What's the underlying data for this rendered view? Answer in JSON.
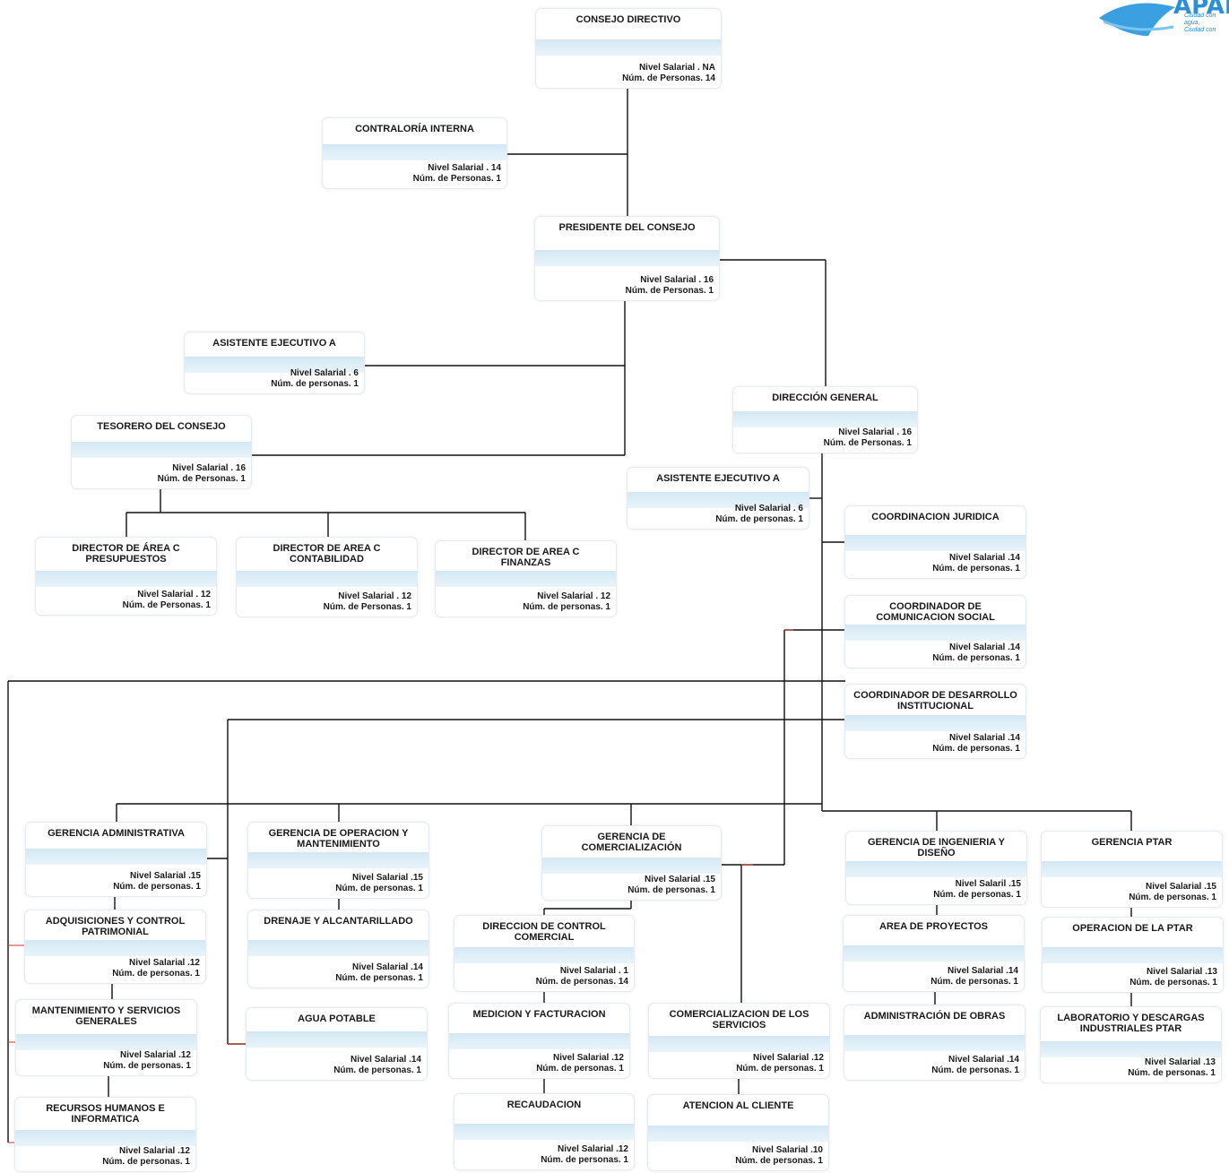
{
  "logo": {
    "text": "APAP",
    "tagline": "Ciudad con agua,\nCiudad con"
  },
  "boxes": [
    {
      "id": "consejo-directivo",
      "title": "CONSEJO DIRECTIVO",
      "nivel": "Nivel Salarial . NA",
      "personas": "Núm. de  Personas. 14"
    },
    {
      "id": "contraloria-interna",
      "title": "CONTRALORÍA INTERNA",
      "nivel": "Nivel Salarial . 14",
      "personas": "Núm. de Personas. 1"
    },
    {
      "id": "presidente-consejo",
      "title": "PRESIDENTE DEL CONSEJO",
      "nivel": "Nivel Salarial . 16",
      "personas": "Núm. de Personas. 1"
    },
    {
      "id": "asistente-ejecutivo-a-1",
      "title": "ASISTENTE EJECUTIVO A",
      "nivel": "Nivel Salarial . 6",
      "personas": "Núm. de personas. 1"
    },
    {
      "id": "tesorero-consejo",
      "title": "TESORERO DEL CONSEJO",
      "nivel": "Nivel Salarial . 16",
      "personas": "Núm. de Personas. 1"
    },
    {
      "id": "direccion-general",
      "title": "DIRECCIÓN GENERAL",
      "nivel": "Nivel Salarial . 16",
      "personas": "Núm. de Personas. 1"
    },
    {
      "id": "asistente-ejecutivo-a-2",
      "title": "ASISTENTE EJECUTIVO A",
      "nivel": "Nivel Salarial . 6",
      "personas": "Núm. de personas. 1"
    },
    {
      "id": "coordinacion-juridica",
      "title": "COORDINACION JURIDICA",
      "nivel": "Nivel Salarial .14",
      "personas": "Núm. de personas. 1"
    },
    {
      "id": "coordinador-comunicacion",
      "title": "COORDINADOR DE\nCOMUNICACION SOCIAL",
      "nivel": "Nivel Salarial .14",
      "personas": "Núm. de personas. 1"
    },
    {
      "id": "coordinador-desarrollo",
      "title": "COORDINADOR DE DESARROLLO\nINSTITUCIONAL",
      "nivel": "Nivel Salarial .14",
      "personas": "Núm. de personas. 1"
    },
    {
      "id": "director-presupuestos",
      "title": "DIRECTOR DE ÁREA C\nPRESUPUESTOS",
      "nivel": "Nivel Salarial . 12",
      "personas": "Núm. de Personas. 1"
    },
    {
      "id": "director-contabilidad",
      "title": "DIRECTOR DE  AREA C\nCONTABILIDAD",
      "nivel": "Nivel Salarial . 12",
      "personas": "Núm. de Personas. 1"
    },
    {
      "id": "director-finanzas",
      "title": "DIRECTOR DE AREA C\nFINANZAS",
      "nivel": "Nivel Salarial . 12",
      "personas": "Núm. de personas. 1"
    },
    {
      "id": "gerencia-administrativa",
      "title": "GERENCIA ADMINISTRATIVA",
      "nivel": "Nivel Salarial .15",
      "personas": "Núm. de personas. 1"
    },
    {
      "id": "gerencia-operacion",
      "title": "GERENCIA DE OPERACION Y\nMANTENIMIENTO",
      "nivel": "Nivel Salarial .15",
      "personas": "Núm. de personas. 1"
    },
    {
      "id": "gerencia-comercializacion",
      "title": "GERENCIA DE\nCOMERCIALIZACIÓN",
      "nivel": "Nivel Salarial .15",
      "personas": "Núm. de personas. 1"
    },
    {
      "id": "gerencia-ingenieria",
      "title": "GERENCIA DE INGENIERIA Y\nDISEÑO",
      "nivel": "Nivel Salaril .15",
      "personas": "Núm. de personas. 1"
    },
    {
      "id": "gerencia-ptar",
      "title": "GERENCIA PTAR",
      "nivel": "Nivel Salarial .15",
      "personas": "Núm. de personas. 1"
    },
    {
      "id": "adquisiciones",
      "title": "ADQUISICIONES  Y CONTROL\nPATRIMONIAL",
      "nivel": "Nivel Salarial .12",
      "personas": "Núm. de personas. 1"
    },
    {
      "id": "mantenimiento-servicios",
      "title": "MANTENIMIENTO  Y SERVICIOS\nGENERALES",
      "nivel": "Nivel Salarial .12",
      "personas": "Núm. de personas. 1"
    },
    {
      "id": "recursos-humanos",
      "title": "RECURSOS HUMANOS E\nINFORMATICA",
      "nivel": "Nivel Salarial .12",
      "personas": "Núm. de personas. 1"
    },
    {
      "id": "drenaje",
      "title": "DRENAJE Y ALCANTARILLADO",
      "nivel": "Nivel Salarial .14",
      "personas": "Núm. de personas. 1"
    },
    {
      "id": "agua-potable",
      "title": "AGUA POTABLE",
      "nivel": "Nivel Salarial .14",
      "personas": "Núm. de personas. 1"
    },
    {
      "id": "direccion-control-comercial",
      "title": "DIRECCION  DE CONTROL\nCOMERCIAL",
      "nivel": "Nivel Salarial . 1",
      "personas": "Núm. de personas. 14"
    },
    {
      "id": "medicion-facturacion",
      "title": "MEDICION Y FACTURACION",
      "nivel": "Nivel Salarial .12",
      "personas": "Núm. de personas. 1"
    },
    {
      "id": "recaudacion",
      "title": "RECAUDACION",
      "nivel": "Nivel Salarial .12",
      "personas": "Núm. de personas. 1"
    },
    {
      "id": "comercializacion-servicios",
      "title": "COMERCIALIZACION DE LOS\nSERVICIOS",
      "nivel": "Nivel Salarial .12",
      "personas": "Núm. de personas. 1"
    },
    {
      "id": "atencion-cliente",
      "title": "ATENCION AL CLIENTE",
      "nivel": "Nivel Salarial .10",
      "personas": "Núm. de personas. 1"
    },
    {
      "id": "area-proyectos",
      "title": "AREA DE PROYECTOS",
      "nivel": "Nivel Salarial .14",
      "personas": "Núm. de personas. 1"
    },
    {
      "id": "administracion-obras",
      "title": "ADMINISTRACIÓN DE OBRAS",
      "nivel": "Nivel Salarial .14",
      "personas": "Núm. de personas. 1"
    },
    {
      "id": "operacion-ptar",
      "title": "OPERACION DE LA PTAR",
      "nivel": "Nivel Salarial .13",
      "personas": "Núm. de personas. 1"
    },
    {
      "id": "laboratorio",
      "title": "LABORATORIO Y DESCARGAS\nINDUSTRIALES PTAR",
      "nivel": "Nivel Salarial .13",
      "personas": "Núm. de personas. 1"
    }
  ]
}
